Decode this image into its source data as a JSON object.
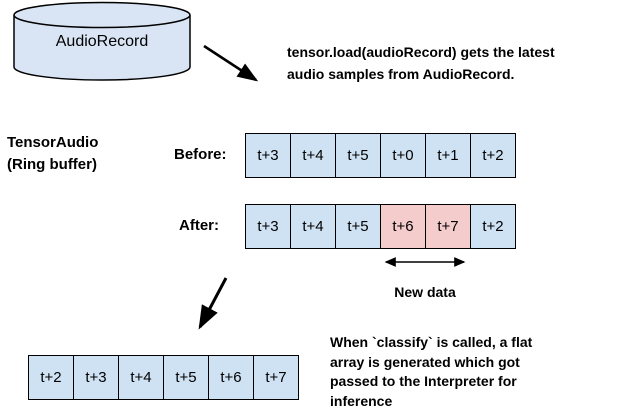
{
  "colors": {
    "cell_blue": "#cfe2f3",
    "cell_pink": "#f4cccc",
    "cylinder_fill": "#d9e5f4",
    "stroke": "#000000"
  },
  "cylinder": {
    "label": "AudioRecord"
  },
  "load_note_lines": [
    "tensor.load(audioRecord) gets the latest",
    "audio samples from AudioRecord."
  ],
  "ring_buffer": {
    "title": "TensorAudio",
    "subtitle": "(Ring buffer)"
  },
  "rows": {
    "before": {
      "label": "Before:",
      "cells": [
        "t+3",
        "t+4",
        "t+5",
        "t+0",
        "t+1",
        "t+2"
      ]
    },
    "after": {
      "label": "After:",
      "cells": [
        "t+3",
        "t+4",
        "t+5",
        "t+6",
        "t+7",
        "t+2"
      ]
    },
    "flat": {
      "cells": [
        "t+2",
        "t+3",
        "t+4",
        "t+5",
        "t+6",
        "t+7"
      ]
    }
  },
  "new_data_label": "New data",
  "classify_note_lines": [
    "When `classify` is called, a flat",
    "array is generated which got",
    "passed to the Interpreter for",
    "inference"
  ]
}
